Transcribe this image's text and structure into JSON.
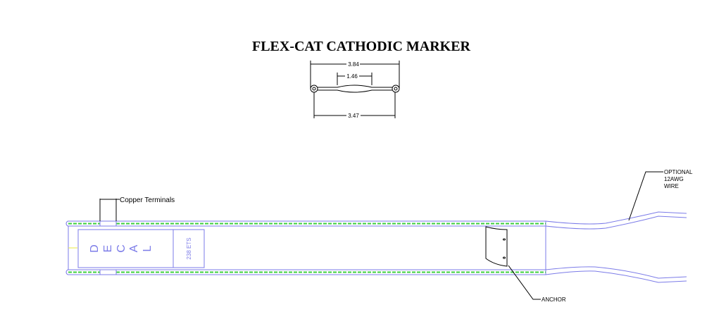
{
  "title": "FLEX-CAT CATHODIC MARKER",
  "dimensions": {
    "overall": "3.84",
    "center": "1.46",
    "holes": "3.47"
  },
  "labels": {
    "copper_terminals": "Copper Terminals",
    "decal_letters": [
      "D",
      "E",
      "C",
      "A",
      "L"
    ],
    "decal_code": "238 ETS",
    "wire": [
      "OPTIONAL",
      "12AWG",
      "WIRE"
    ],
    "anchor": "ANCHOR"
  },
  "colors": {
    "outline": "#7b7be8",
    "conductor": "#3ccf3c",
    "leader": "#000000"
  }
}
